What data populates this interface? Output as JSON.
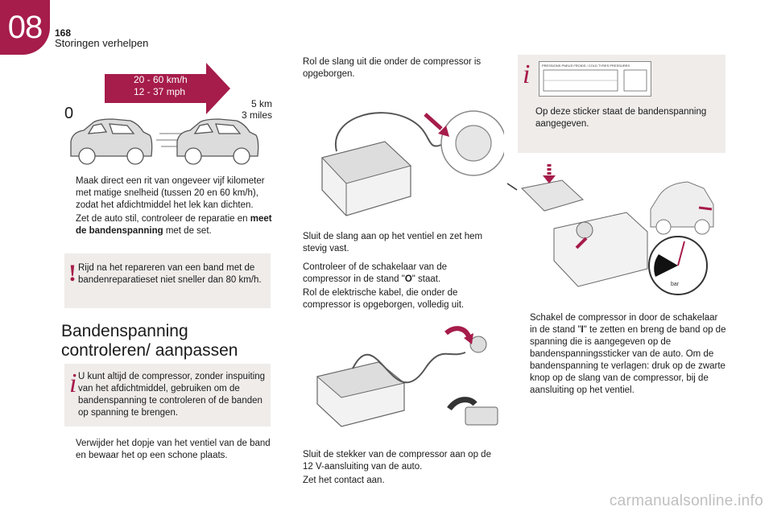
{
  "header": {
    "chapter": "08",
    "page_number": "168",
    "section_title": "Storingen verhelpen"
  },
  "illustration_drive": {
    "speed_kmh": "20 - 60 km/h",
    "speed_mph": "12 - 37 mph",
    "start_label": "0",
    "distance_km": "5 km",
    "distance_miles": "3 miles"
  },
  "col1": {
    "bullet1": "Maak direct een rit van ongeveer vijf kilometer met matige snelheid (tussen 20 en 60 km/h), zodat het afdichtmiddel het lek kan dichten.",
    "bullet2_pre": "Zet de auto stil, controleer de reparatie en ",
    "bullet2_bold": "meet de bandenspanning",
    "bullet2_post": " met de set.",
    "warning": "Rijd na het repareren van een band met de bandenreparatieset niet sneller dan 80 km/h.",
    "heading": "Bandenspanning controleren/ aanpassen",
    "info": "U kunt altijd de compressor, zonder inspuiting van het afdichtmiddel, gebruiken om de bandenspanning te controleren of de banden op spanning te brengen.",
    "bullet3": "Verwijder het dopje van het ventiel van de band en bewaar het op een schone plaats."
  },
  "col2": {
    "bullet1": "Rol de slang uit die onder de compressor is opgeborgen.",
    "bullet2": "Sluit de slang aan op het ventiel en zet hem stevig vast.",
    "bullet3_pre": "Controleer of de schakelaar van de compressor in de stand \"",
    "bullet3_bold": "O",
    "bullet3_post": "\" staat.",
    "bullet4": "Rol de elektrische kabel, die onder de compressor is opgeborgen, volledig uit.",
    "bullet5": "Sluit de stekker van de compressor aan op de 12 V-aansluiting van de auto.",
    "bullet6": "Zet het contact aan."
  },
  "col3": {
    "sticker_header": "PRESSIONS PNEUS FROIDS / COLD TYRES PRESSURES",
    "sticker_info": "Op deze sticker staat de bandenspanning aangegeven.",
    "gauge_unit": "bar",
    "bullet1_pre": "Schakel de compressor in door de schakelaar in de stand \"",
    "bullet1_bold": "I",
    "bullet1_post": "\" te zetten en breng de band op de spanning die is aangegeven op de bandenspanningssticker van de auto. Om de bandenspanning te verlagen: druk op de zwarte knop op de slang van de compressor, bij de aansluiting op het ventiel."
  },
  "colors": {
    "accent": "#a61c4a",
    "box": "#efecea"
  },
  "bullet_mark": "",
  "watermark": "carmanualsonline.info"
}
